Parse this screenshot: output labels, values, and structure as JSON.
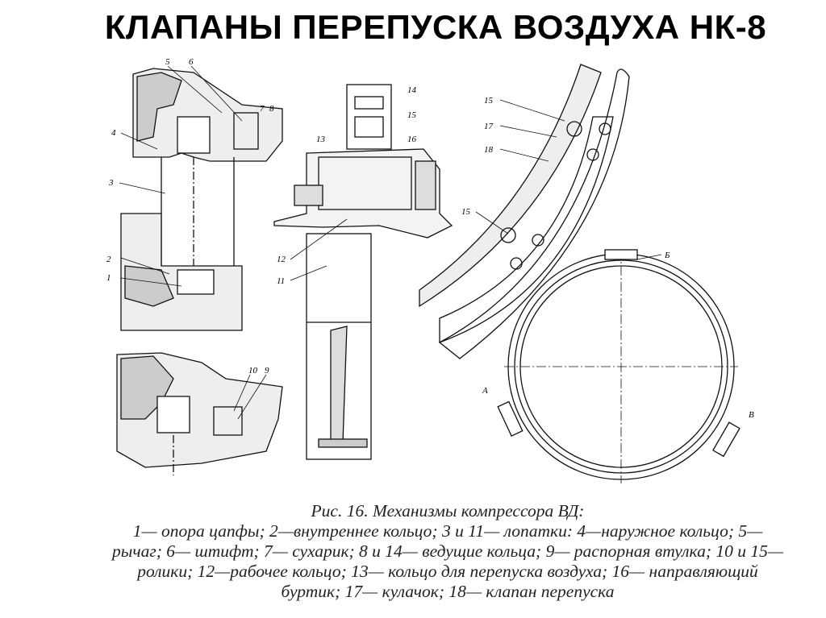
{
  "slide": {
    "title": "КЛАПАНЫ ПЕРЕПУСКА ВОЗДУХА НК-8"
  },
  "figure": {
    "labels": {
      "l5": "5",
      "l6": "6",
      "l7": "7",
      "l8": "8",
      "l4": "4",
      "l3": "3",
      "l2": "2",
      "l1": "1",
      "l10": "10",
      "l9": "9",
      "l14": "14",
      "l15a": "15",
      "l16": "16",
      "l13": "13",
      "l12": "12",
      "l11": "11",
      "l15b": "15",
      "l17": "17",
      "l18": "18",
      "l15c": "15",
      "lB": "Б",
      "lA": "А",
      "lV": "В"
    },
    "caption": {
      "line1": "Рис. 16. Механизмы компрессора ВД:",
      "line2": "1— опора цапфы; 2—внутреннее кольцо; 3 и 11— лопатки: 4—наружное кольцо; 5—",
      "line3": "рычаг; 6— штифт; 7— сухарик; 8 и 14— ведущие кольца; 9— распорная втулка; 10 и 15—",
      "line4": "ролики; 12—рабочее кольцо; 13— кольцо для перепуска воздуха; 16— направляющий",
      "line5": "буртик; 17— кулачок; 18— клапан перепуска"
    }
  }
}
